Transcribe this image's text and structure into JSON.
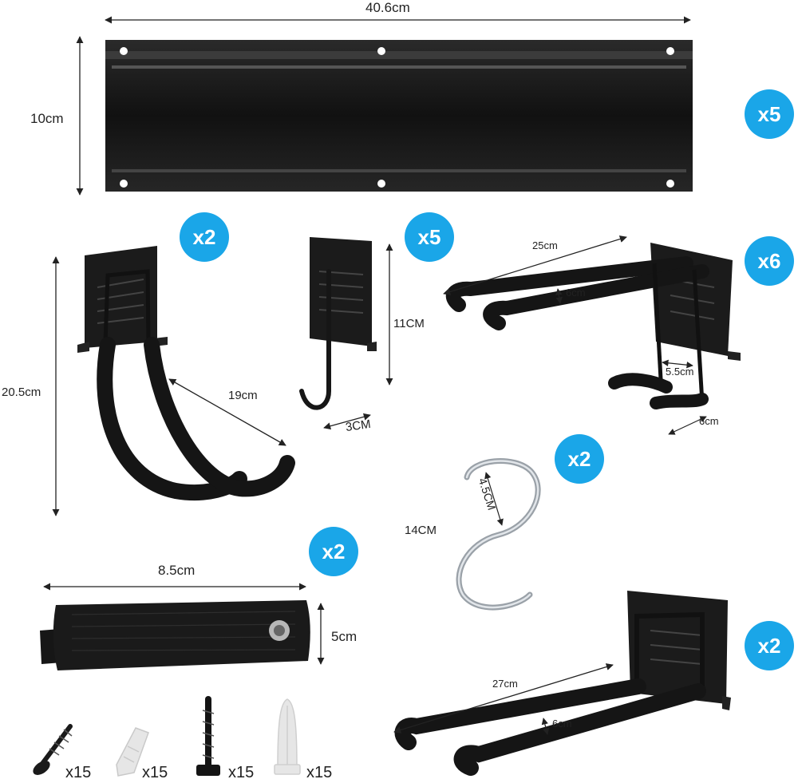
{
  "colors": {
    "badge": "#1aa6e8",
    "metal": "#1b1b1b",
    "foam": "#151515",
    "steel": "#b9bec4",
    "anchor": "#e6e6e6"
  },
  "rail": {
    "length": "40.6cm",
    "height": "10cm",
    "qty": "x5"
  },
  "hook_double_large": {
    "height": "20.5cm",
    "length": "19cm",
    "qty": "x2"
  },
  "hook_small": {
    "height": "11CM",
    "width": "3CM",
    "qty": "x5"
  },
  "hook_double_flat": {
    "length": "25cm",
    "gap": "6cm",
    "depth": "5.5cm",
    "width": "6cm",
    "qty": "x6"
  },
  "s_hook": {
    "height": "14CM",
    "opening": "4.5CM",
    "qty": "x2"
  },
  "strap": {
    "length": "8.5cm",
    "width": "5cm",
    "qty": "x2"
  },
  "hook_double_long": {
    "length": "27cm",
    "gap": "6cm",
    "qty": "x2"
  },
  "hardware": [
    {
      "icon": "screw-icon",
      "qty": "x15"
    },
    {
      "icon": "wall-anchor-icon",
      "qty": "x15"
    },
    {
      "icon": "black-screw-icon",
      "qty": "x15"
    },
    {
      "icon": "long-anchor-icon",
      "qty": "x15"
    }
  ]
}
